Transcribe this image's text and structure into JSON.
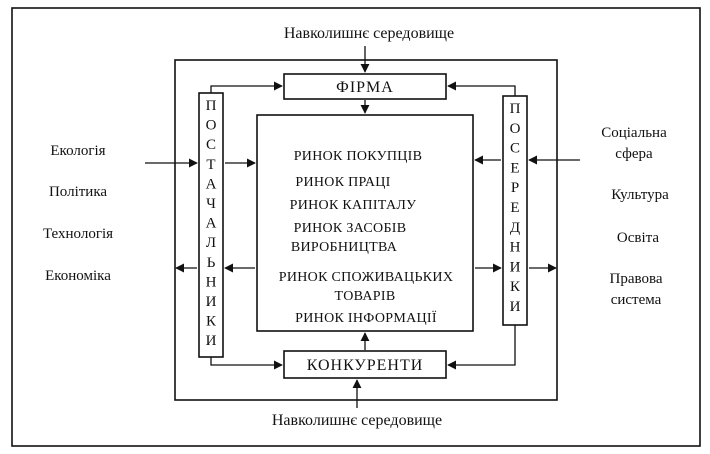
{
  "environment": {
    "top_label": "Навколишнє середовище",
    "bottom_label": "Навколишнє середовище"
  },
  "left_factors": [
    "Екологія",
    "Політика",
    "Технологія",
    "Економіка"
  ],
  "right_factors": [
    [
      "Соціальна",
      "сфера"
    ],
    [
      "Культура"
    ],
    [
      "Освіта"
    ],
    [
      "Правова",
      "система"
    ]
  ],
  "firm": {
    "label": "ФІРМА"
  },
  "competitors": {
    "label": "КОНКУРЕНТИ"
  },
  "suppliers": {
    "letters": [
      "П",
      "О",
      "С",
      "Т",
      "А",
      "Ч",
      "А",
      "Л",
      "Ь",
      "Н",
      "И",
      "К",
      "И"
    ]
  },
  "intermediaries": {
    "letters": [
      "П",
      "О",
      "С",
      "Е",
      "Р",
      "Е",
      "Д",
      "Н",
      "И",
      "К",
      "И"
    ]
  },
  "markets": [
    [
      "РИНОК ПОКУПЦІВ"
    ],
    [
      "РИНОК ПРАЦІ"
    ],
    [
      "РИНОК КАПІТАЛУ"
    ],
    [
      "РИНОК ЗАСОБІВ",
      "ВИРОБНИЦТВА"
    ],
    [
      "РИНОК СПОЖИВАЦЬКИХ",
      "ТОВАРІВ"
    ],
    [
      "РИНОК ІНФОРМАЦІЇ"
    ]
  ]
}
